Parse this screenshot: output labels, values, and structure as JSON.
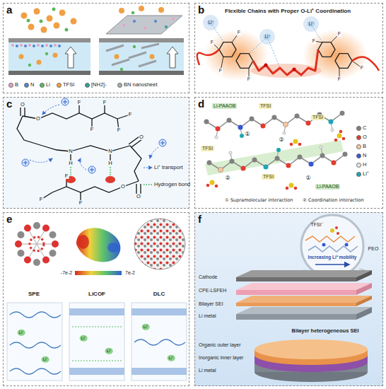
{
  "diagram": {
    "nodes": [
      {
        "text": [
          "a"
        ]
      },
      {
        "text": [
          "b"
        ]
      },
      {
        "text": [
          "c"
        ]
      },
      {
        "text": [
          "d"
        ]
      },
      {
        "text": [
          "e"
        ]
      },
      {
        "text": [
          "f"
        ]
      }
    ],
    "labels": [
      "Flexible Chains with Proper O-Li⁺ Coordination",
      "Li⁺",
      "Li⁺",
      "Li⁺",
      "F",
      "F",
      "F",
      "F",
      "F",
      "F",
      "F",
      "F",
      "O",
      "O",
      "F",
      "F",
      "F",
      "F",
      "F",
      "N",
      "H",
      "N",
      "H",
      "O",
      "O",
      "O",
      "F",
      "F",
      "F",
      "Li-PAAOB",
      "TFSI",
      "TFSI",
      "①",
      "②",
      "TFSI",
      "②",
      "①",
      "TFSI",
      "Li-PAAOB",
      "① Supramolecular interaction",
      "② Coordination interaction",
      "-7e-2",
      "7e-2",
      "SPE",
      "LiCOF",
      "DLC",
      "Li⁺",
      "Li⁺",
      "Li⁺",
      "Li⁺",
      "Li⁺",
      "Li⁺",
      "TFSI⁻",
      "PEO",
      "Increasing Li⁺ mobility",
      "Cathode",
      "CPE-LSFEH",
      "Bilayer SEI",
      "Li metal",
      "Bilayer heterogeneous SEI",
      "Organic outer layer",
      "Inorganic inner layer",
      "Li metal"
    ],
    "legend": [
      {
        "text": "B",
        "color": "#e7a2c6"
      },
      {
        "text": "N",
        "color": "#4f86d0"
      },
      {
        "text": "Li",
        "color": "#59b95e"
      },
      {
        "text": "TFSI",
        "color": "#f0a044"
      },
      {
        "text": "[NH2]-",
        "color": "#2f9e9a"
      },
      {
        "text": "BN nanosheet",
        "color": "#a8adb3"
      },
      {
        "text": "Li⁺ transport"
      },
      {
        "text": "Hydrogen bond"
      },
      {
        "text": "C",
        "color": "#808080"
      },
      {
        "text": "O",
        "color": "#e23b2e"
      },
      {
        "text": "B",
        "color": "#f4c9a2"
      },
      {
        "text": "N",
        "color": "#3557d6"
      },
      {
        "text": "H",
        "color": "#e6e6e6"
      },
      {
        "text": "Li⁺",
        "color": "#1ca6b5"
      }
    ]
  }
}
